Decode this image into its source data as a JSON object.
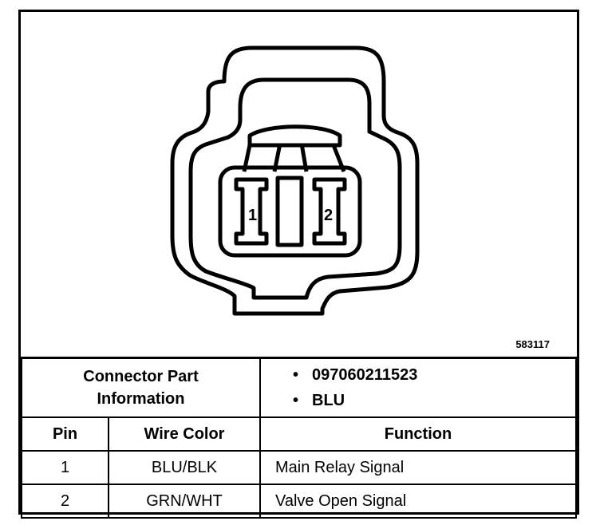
{
  "diagram": {
    "pin_labels": [
      "1",
      "2"
    ],
    "figure_id": "583117"
  },
  "connector_info": {
    "label": "Connector Part Information",
    "label_line1": "Connector Part",
    "label_line2": "Information",
    "items": [
      "097060211523",
      "BLU"
    ],
    "bullet": "•"
  },
  "table": {
    "headers": [
      "Pin",
      "Wire Color",
      "Function"
    ],
    "rows": [
      {
        "pin": "1",
        "wire_color": "BLU/BLK",
        "function": "Main Relay Signal"
      },
      {
        "pin": "2",
        "wire_color": "GRN/WHT",
        "function": "Valve Open Signal"
      }
    ]
  }
}
